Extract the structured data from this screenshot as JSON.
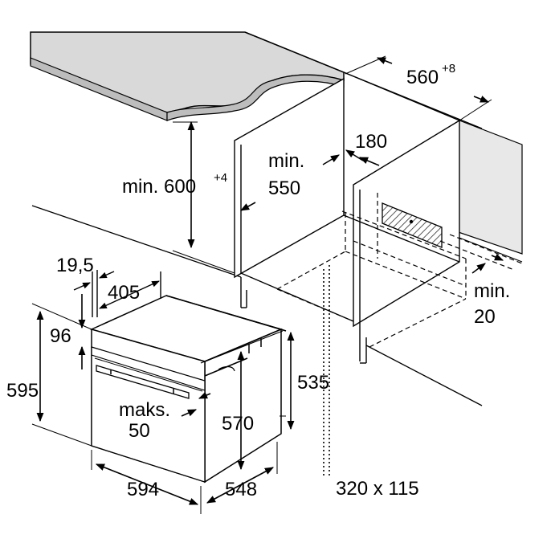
{
  "dimensions": {
    "depth_min_prefix": "min. 600",
    "depth_min_sup": "+4",
    "cavity_min_line1": "min.",
    "cavity_min_line2": "550",
    "cutout_width_base": "560",
    "cutout_width_sup": "+8",
    "gap_180": "180",
    "rear_gap_line1": "min.",
    "rear_gap_line2": "20",
    "front_offset": "19,5",
    "top_depth": "405",
    "panel_96": "96",
    "height_595": "595",
    "inner_height_535": "535",
    "height_570": "570",
    "handle_line1": "maks.",
    "handle_line2": "50",
    "width_594": "594",
    "depth_548": "548",
    "vent_cutout": "320 x 115"
  },
  "colors": {
    "worktop": "#d9d9d9",
    "wall": "#e8e8e8",
    "line": "#000000",
    "hatch": "#555555"
  }
}
